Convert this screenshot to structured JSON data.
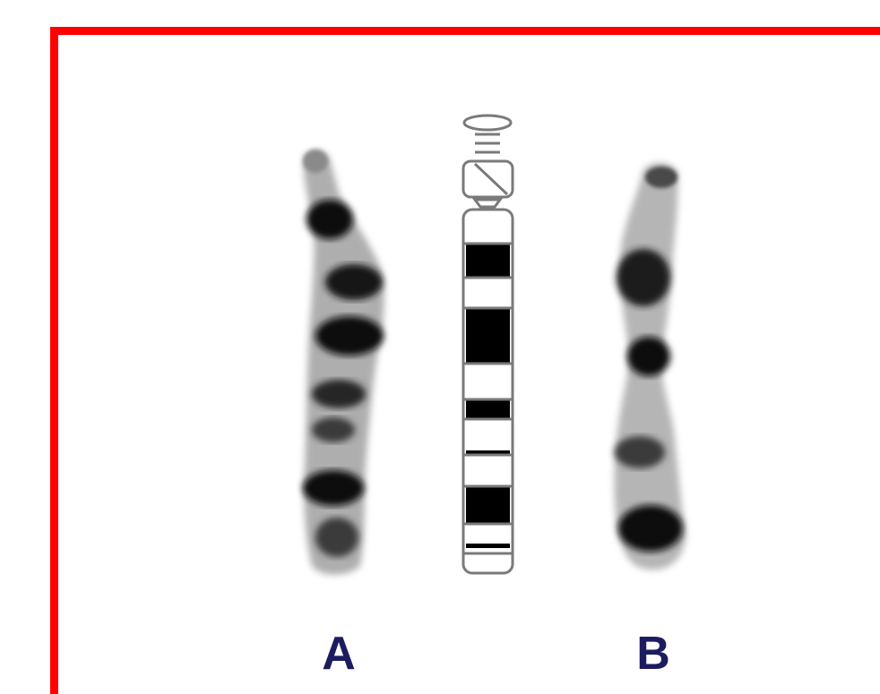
{
  "colors": {
    "frame": "#ff0000",
    "label": "#1c1c5e",
    "ideogram_outline": "#7a7a7a",
    "ideogram_dark_band": "#000000",
    "ideogram_light_band": "#ffffff",
    "chromosome_stain": "#111111"
  },
  "labels": {
    "left_chromosome": "A",
    "right_chromosome": "B"
  },
  "ideogram": {
    "bands": [
      "light",
      "dark",
      "light",
      "dark",
      "light",
      "dark",
      "light",
      "thin-dark",
      "light",
      "dark",
      "light",
      "thin-dark",
      "light"
    ]
  }
}
